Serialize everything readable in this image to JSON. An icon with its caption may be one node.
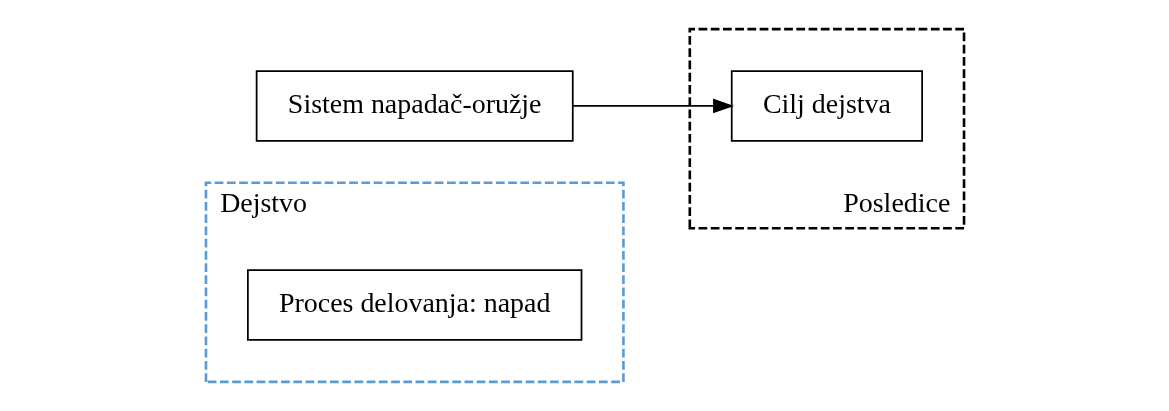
{
  "diagram": {
    "nodes": [
      {
        "text": [
          "Dejstvo"
        ]
      },
      {
        "text": [
          "Proces delovanja: napad"
        ],
        "in": 0
      },
      {
        "text": [
          "Posledice"
        ]
      },
      {
        "text": [
          "Sistem napadač-oružje"
        ]
      },
      {
        "text": [
          "Cilj dejstva"
        ],
        "in": 2
      }
    ],
    "edges": [
      {
        "from": 3,
        "to": 4,
        "arrow": "to"
      }
    ]
  }
}
